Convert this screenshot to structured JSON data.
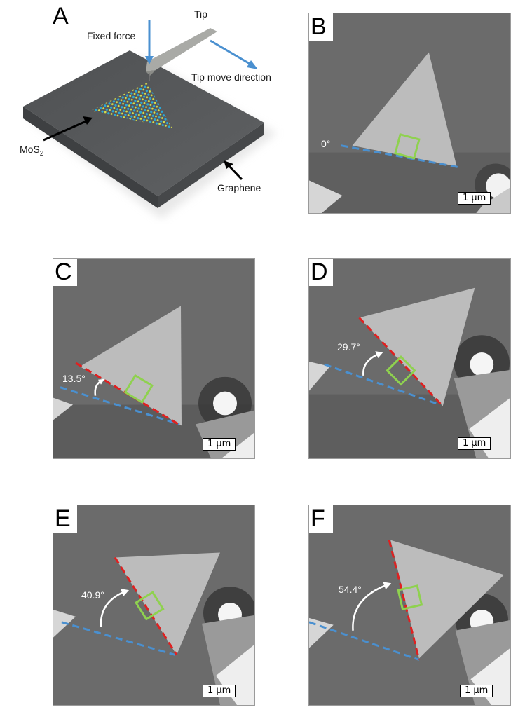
{
  "figure": {
    "panels": [
      {
        "id": "A",
        "letter": "A",
        "type": "schematic",
        "labels": {
          "tip": "Tip",
          "fixed_force": "Fixed force",
          "tip_move_direction": "Tip move direction",
          "mos2_prefix": "MoS",
          "mos2_subscript": "2",
          "graphene": "Graphene"
        }
      },
      {
        "id": "B",
        "letter": "B",
        "type": "afm-image",
        "angle_label": "0°",
        "scale_bar": "1 µm"
      },
      {
        "id": "C",
        "letter": "C",
        "type": "afm-image",
        "angle_label": "13.5°",
        "scale_bar": "1 µm"
      },
      {
        "id": "D",
        "letter": "D",
        "type": "afm-image",
        "angle_label": "29.7°",
        "scale_bar": "1 µm"
      },
      {
        "id": "E",
        "letter": "E",
        "type": "afm-image",
        "angle_label": "40.9°",
        "scale_bar": "1 µm"
      },
      {
        "id": "F",
        "letter": "F",
        "type": "afm-image",
        "angle_label": "54.4°",
        "scale_bar": "1 µm"
      }
    ],
    "colors": {
      "reference_line": "#4a90d0",
      "rotated_edge": "#e02020",
      "marker_square": "#8fd14f",
      "arrow_blue": "#4a90d0",
      "substrate": "#555759",
      "afm_background": "#6a6a6a",
      "flake": "#b8b8b8"
    }
  }
}
